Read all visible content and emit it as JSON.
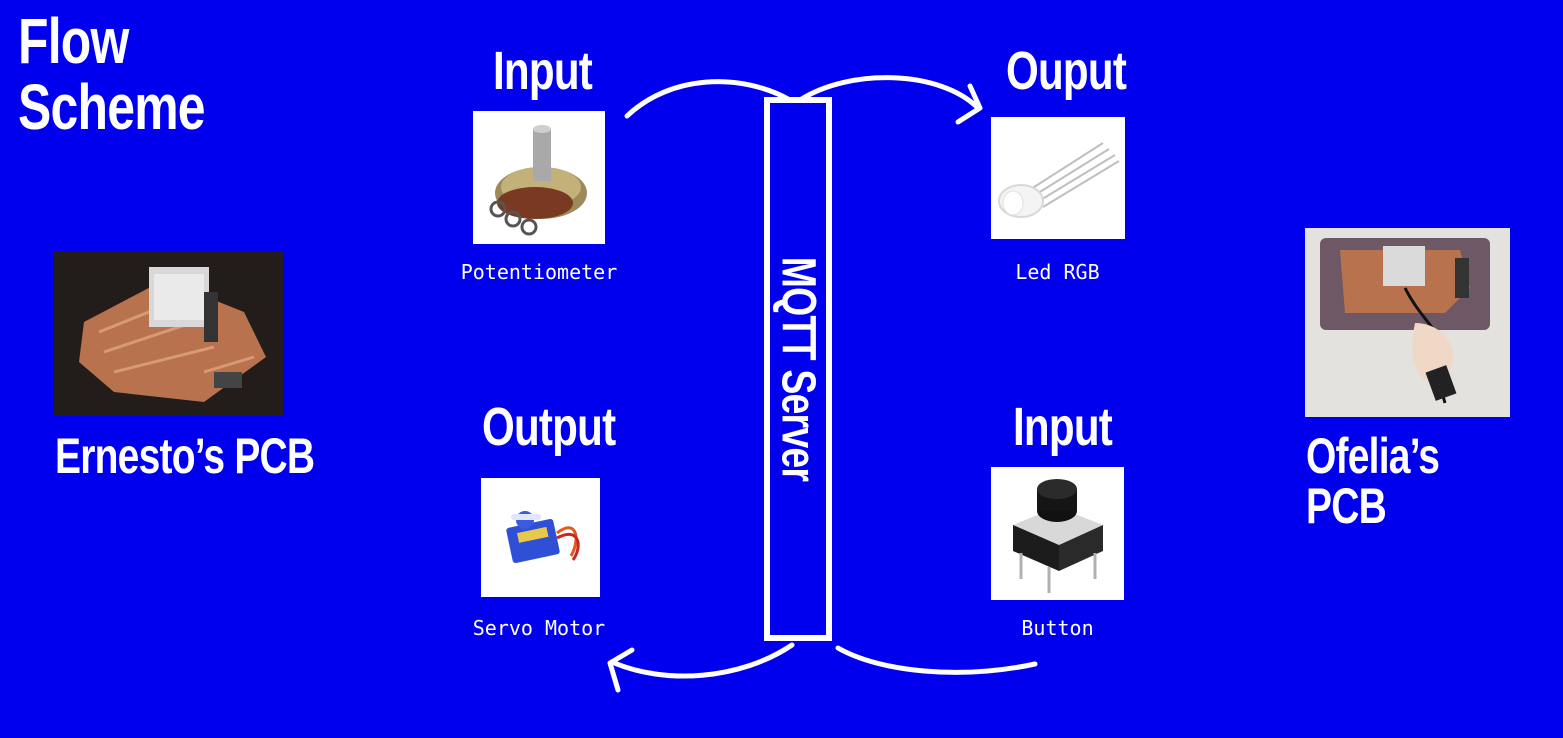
{
  "title": {
    "line1": "Flow",
    "line2": "Scheme"
  },
  "left_board": {
    "label": "Ernesto’s PCB",
    "image": "ernesto-pcb-photo"
  },
  "right_board": {
    "label": "Ofelia’s PCB",
    "image": "ofelia-pcb-photo"
  },
  "server": {
    "label": "MQTT Server"
  },
  "nodes": {
    "top_left": {
      "role": "Input",
      "caption": "Potentiometer",
      "image": "potentiometer-photo"
    },
    "bottom_left": {
      "role": "Output",
      "caption": "Servo Motor",
      "image": "servo-motor-photo"
    },
    "top_right": {
      "role": "Ouput",
      "caption": "Led RGB",
      "image": "led-rgb-photo"
    },
    "bottom_right": {
      "role": "Input",
      "caption": "Button",
      "image": "button-photo"
    }
  },
  "colors": {
    "background": "#0000ee",
    "foreground": "#ffffff"
  }
}
